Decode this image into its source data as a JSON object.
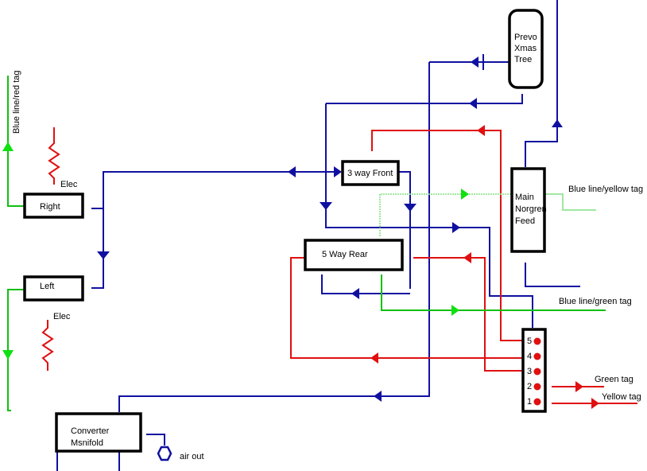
{
  "colors": {
    "blue_line": "#1010a0",
    "red_line": "#e01010",
    "green_line": "#10c010",
    "light_green_line": "#80e080",
    "box_border": "#000000"
  },
  "labels": {
    "blue_red_tag": "Blue line/red tag",
    "elec_top": "Elec",
    "elec_bottom": "Elec",
    "blue_yellow_tag": "Blue line/yellow tag",
    "blue_green_tag": "Blue line/green tag",
    "green_tag": "Green tag",
    "yellow_tag": "Yellow tag",
    "air_out": "air out"
  },
  "boxes": {
    "right": "Right",
    "left": "Left",
    "three_way_front": "3 way Front",
    "five_way_rear": "5 Way Rear",
    "prevo_line1": "Prevo",
    "prevo_line2": "Xmas",
    "prevo_line3": "Tree",
    "main_line1": "Main",
    "main_line2": "Norgren",
    "main_line3": "Feed",
    "converter_line1": "Converter",
    "converter_line2": "Msnifold"
  },
  "ports": [
    "5",
    "4",
    "3",
    "2",
    "1"
  ]
}
